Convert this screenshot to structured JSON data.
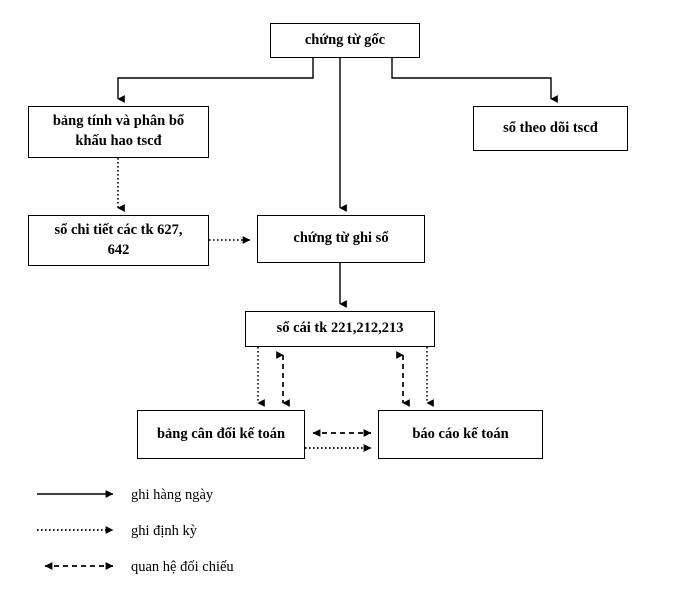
{
  "diagram": {
    "title": "so do ke toan tscd",
    "line_color": "#000000",
    "box_border_color": "#000000",
    "background_color": "#ffffff",
    "nodes": [
      {
        "id": "chung-tu-goc",
        "label": "chứng từ gốc"
      },
      {
        "id": "bang-tinh",
        "label_line1": "bảng tính và phân bổ",
        "label_line2": "khấu hao tscđ"
      },
      {
        "id": "so-theo-doi",
        "label": "sổ theo dõi tscđ"
      },
      {
        "id": "so-chi-tiet",
        "label_line1": "sổ chi tiết các tk 627,",
        "label_line2": "642"
      },
      {
        "id": "chung-tu-ghi-so",
        "label": "chứng từ ghi sổ"
      },
      {
        "id": "so-cai",
        "label": "sổ cái tk 221,212,213"
      },
      {
        "id": "bang-can-doi",
        "label": "bảng cân đối kế toán"
      },
      {
        "id": "bao-cao",
        "label": "báo cáo kế toán"
      }
    ],
    "edges": [
      {
        "from": "chung-tu-goc",
        "to": "bang-tinh",
        "style": "solid",
        "direction": "one-way"
      },
      {
        "from": "chung-tu-goc",
        "to": "chung-tu-ghi-so",
        "style": "solid",
        "direction": "one-way"
      },
      {
        "from": "chung-tu-goc",
        "to": "so-theo-doi",
        "style": "solid",
        "direction": "one-way"
      },
      {
        "from": "bang-tinh",
        "to": "so-chi-tiet",
        "style": "dotted",
        "direction": "one-way"
      },
      {
        "from": "so-chi-tiet",
        "to": "chung-tu-ghi-so",
        "style": "dotted",
        "direction": "one-way"
      },
      {
        "from": "chung-tu-ghi-so",
        "to": "so-cai",
        "style": "solid",
        "direction": "one-way"
      },
      {
        "from": "so-cai",
        "to": "bang-can-doi",
        "style": "dotted",
        "direction": "one-way"
      },
      {
        "from": "so-cai",
        "to": "bang-can-doi",
        "style": "dashed",
        "direction": "two-way"
      },
      {
        "from": "so-cai",
        "to": "bao-cao",
        "style": "dashed",
        "direction": "two-way"
      },
      {
        "from": "so-cai",
        "to": "bao-cao",
        "style": "dotted",
        "direction": "one-way"
      },
      {
        "from": "bang-can-doi",
        "to": "bao-cao",
        "style": "dashed",
        "direction": "two-way"
      },
      {
        "from": "bang-can-doi",
        "to": "bao-cao",
        "style": "dotted",
        "direction": "one-way"
      }
    ],
    "legend": [
      {
        "style": "solid",
        "direction": "one-way",
        "label": "ghi hàng ngày"
      },
      {
        "style": "dotted",
        "direction": "one-way",
        "label": "ghi định kỳ"
      },
      {
        "style": "dashed",
        "direction": "two-way",
        "label": "quan hệ đối chiếu"
      }
    ]
  }
}
